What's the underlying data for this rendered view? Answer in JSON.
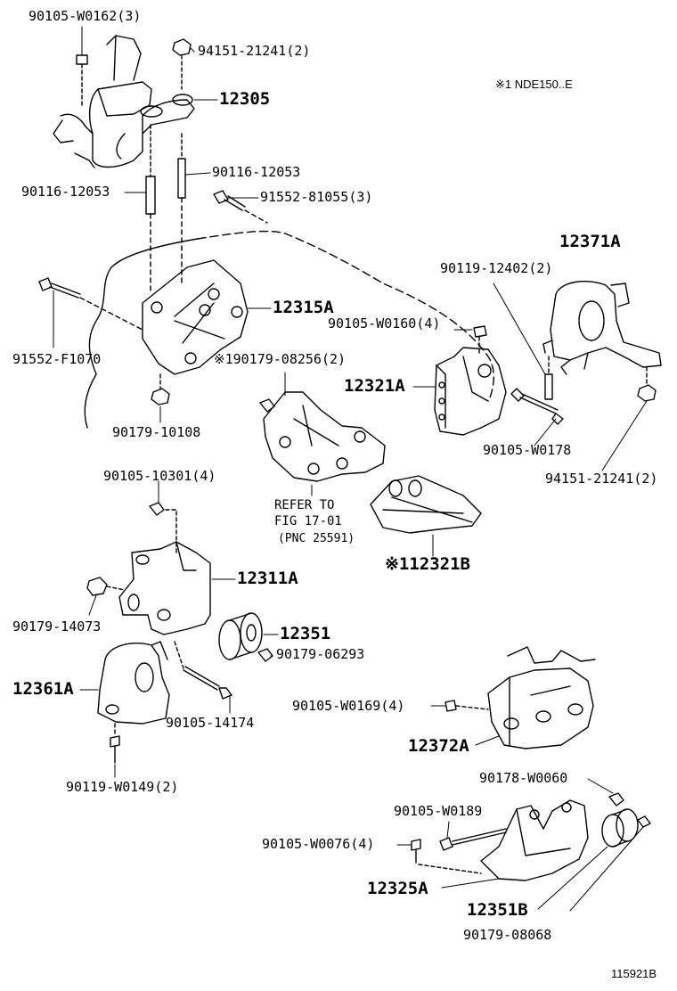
{
  "labels": {
    "p_90105_W0162": "90105-W0162(3)",
    "p_94151_21241_top": "94151-21241(2)",
    "p_12305": "12305",
    "p_note_nde": "※1 NDE150..E",
    "p_90116_12053_r": "90116-12053",
    "p_90116_12053_l": "90116-12053",
    "p_91552_81055": "91552-81055(3)",
    "p_12371A": "12371A",
    "p_90119_12402": "90119-12402(2)",
    "p_12315A": "12315A",
    "p_91552_F1070": "91552-F1070",
    "p_90105_W0160": "90105-W0160(4)",
    "p_90179_08256": "※190179-08256(2)",
    "p_12321A": "12321A",
    "p_90179_10108": "90179-10108",
    "p_90105_W0178": "90105-W0178",
    "p_94151_21241_r": "94151-21241(2)",
    "p_90105_10301": "90105-10301(4)",
    "p_refer1": "REFER TO",
    "p_refer2": "FIG 17-01",
    "p_refer3": "(PNC 25591)",
    "p_12321B": "※112321B",
    "p_12311A": "12311A",
    "p_90179_14073": "90179-14073",
    "p_12351": "12351",
    "p_90179_06293": "90179-06293",
    "p_12361A": "12361A",
    "p_90105_14174": "90105-14174",
    "p_90105_W0169": "90105-W0169(4)",
    "p_12372A": "12372A",
    "p_90119_W0149": "90119-W0149(2)",
    "p_90178_W0060": "90178-W0060",
    "p_90105_W0189": "90105-W0189",
    "p_90105_W0076": "90105-W0076(4)",
    "p_12325A": "12325A",
    "p_12351B": "12351B",
    "p_90179_08068": "90179-08068",
    "p_figno": "115921B"
  }
}
